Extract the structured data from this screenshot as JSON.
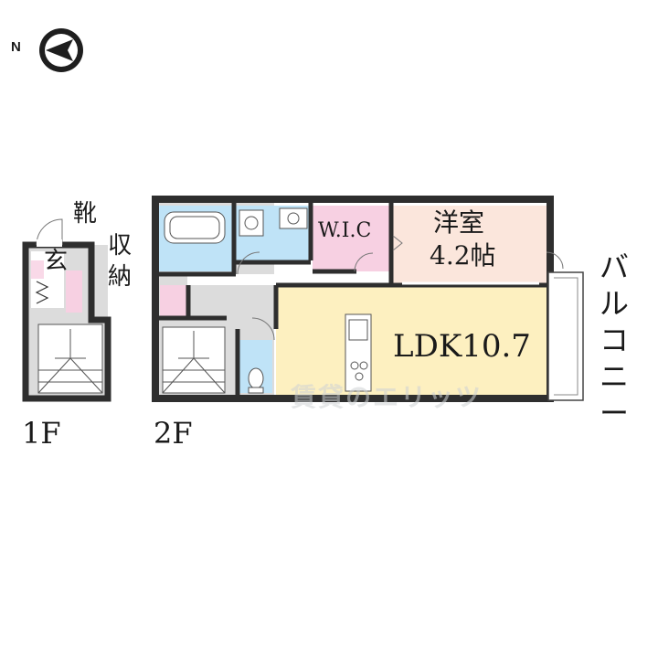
{
  "compass": {
    "label": "N",
    "icon": "north-arrow-icon"
  },
  "floors": {
    "first": "1F",
    "second": "2F"
  },
  "rooms": {
    "genkan": "玄",
    "shoe_storage": "靴",
    "storage": "収納",
    "wic": "W.I.C",
    "western_room_name": "洋室",
    "western_room_size": "4.2帖",
    "ldk": "LDK10.7",
    "balcony": "バルコニー"
  },
  "watermark": "賃貸のエリッツ",
  "colors": {
    "wall": "#2e2e2e",
    "ldk": "#fdf0c0",
    "western_room": "#fbe6dc",
    "wic": "#f7d0e2",
    "bath": "#bfe3f7",
    "stairs_area": "#dcdcdc",
    "storage": "#f7d0e2"
  }
}
